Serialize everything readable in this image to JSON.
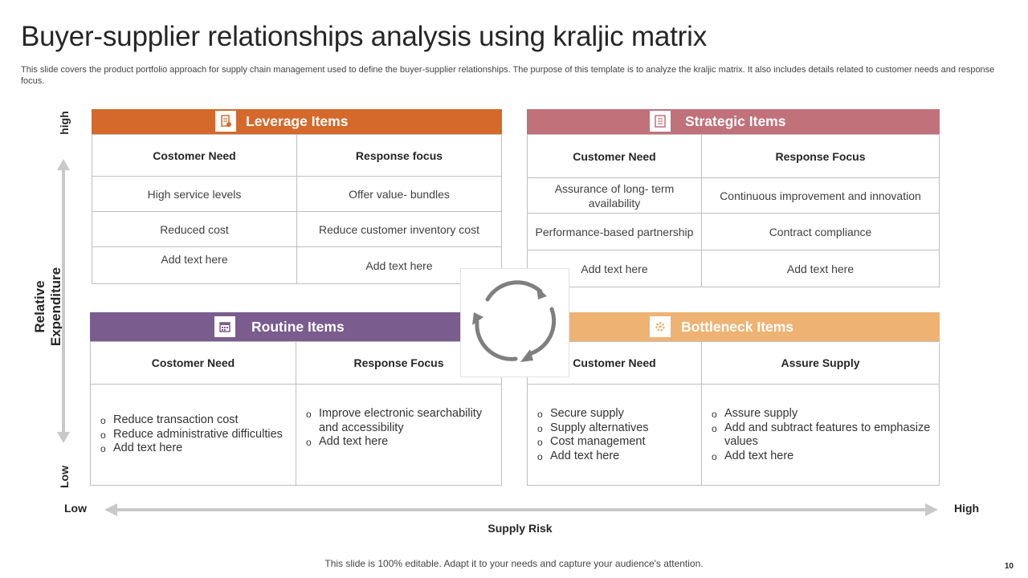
{
  "slide": {
    "title": "Buyer-supplier relationships analysis using kraljic matrix",
    "subtitle": "This slide covers the product portfolio approach for supply chain management used to define the buyer-supplier relationships. The purpose of this template is to analyze the kraljic matrix. It also includes details related to customer needs and response focus.",
    "footer": "This slide is 100% editable. Adapt it to your needs and capture your audience's attention.",
    "page_number": "10"
  },
  "axes": {
    "y_title": "Relative Expenditure",
    "y_high": "high",
    "y_low": "Low",
    "x_title": "Supply Risk",
    "x_low": "Low",
    "x_high": "High"
  },
  "quadrants": {
    "leverage": {
      "title": "Leverage  Items",
      "color": "#D4692B",
      "icon": "document-icon",
      "col1": "Costomer Need",
      "col2": "Response  focus",
      "rows": [
        [
          "High service levels",
          "Offer value- bundles"
        ],
        [
          "Reduced cost",
          "Reduce customer inventory cost"
        ],
        [
          "Add text here",
          "Add text here"
        ]
      ]
    },
    "strategic": {
      "title": "Strategic Items",
      "color": "#C0717A",
      "icon": "checklist-icon",
      "col1": "Customer Need",
      "col2": "Response  Focus",
      "rows": [
        [
          "Assurance of long- term availability",
          "Continuous improvement and innovation"
        ],
        [
          "Performance-based partnership",
          "Contract compliance"
        ],
        [
          "Add text here",
          "Add text here"
        ]
      ]
    },
    "routine": {
      "title": "Routine Items",
      "color": "#7A5C8E",
      "icon": "calendar-icon",
      "col1": "Costomer Need",
      "col2": "Response Focus",
      "list1": [
        "Reduce transaction cost",
        "Reduce administrative difficulties",
        "Add text here"
      ],
      "list2": [
        "Improve electronic searchability and accessibility",
        "Add text here"
      ]
    },
    "bottleneck": {
      "title": "Bottleneck Items",
      "color": "#EEB372",
      "icon": "gear-icon",
      "col1": "Customer Need",
      "col2": "Assure Supply",
      "list1": [
        "Secure supply",
        "Supply alternatives",
        "Cost management",
        "Add text here"
      ],
      "list2": [
        "Assure supply",
        "Add and subtract features to emphasize values",
        "Add text here"
      ]
    }
  },
  "center": {
    "icon": "cycle-arrows-icon"
  }
}
